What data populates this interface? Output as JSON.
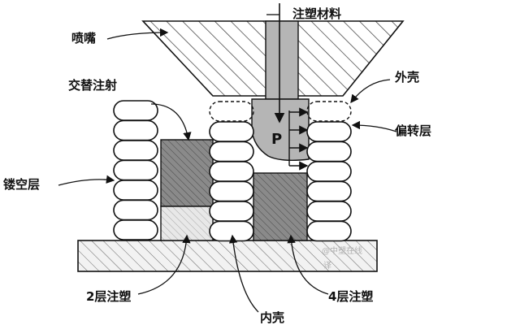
{
  "labels": {
    "nozzle": "喷嘴",
    "material": "注塑材料",
    "alternate": "交替注射",
    "outer_shell": "外壳",
    "deflection": "偏转层",
    "hollow": "镂空层",
    "two_layer": "2层注塑",
    "inner_shell": "内壳",
    "four_layer": "4层注塑",
    "pressure": "P"
  },
  "watermark": {
    "line1": "@中塑在线",
    "line2": "译"
  },
  "colors": {
    "outline": "#111111",
    "hatch": "#444444",
    "material_gray": "#b5b5b5",
    "dark_block": "#8a8a8a",
    "light_block": "#e6e6e6",
    "coil_fill": "#ffffff"
  }
}
